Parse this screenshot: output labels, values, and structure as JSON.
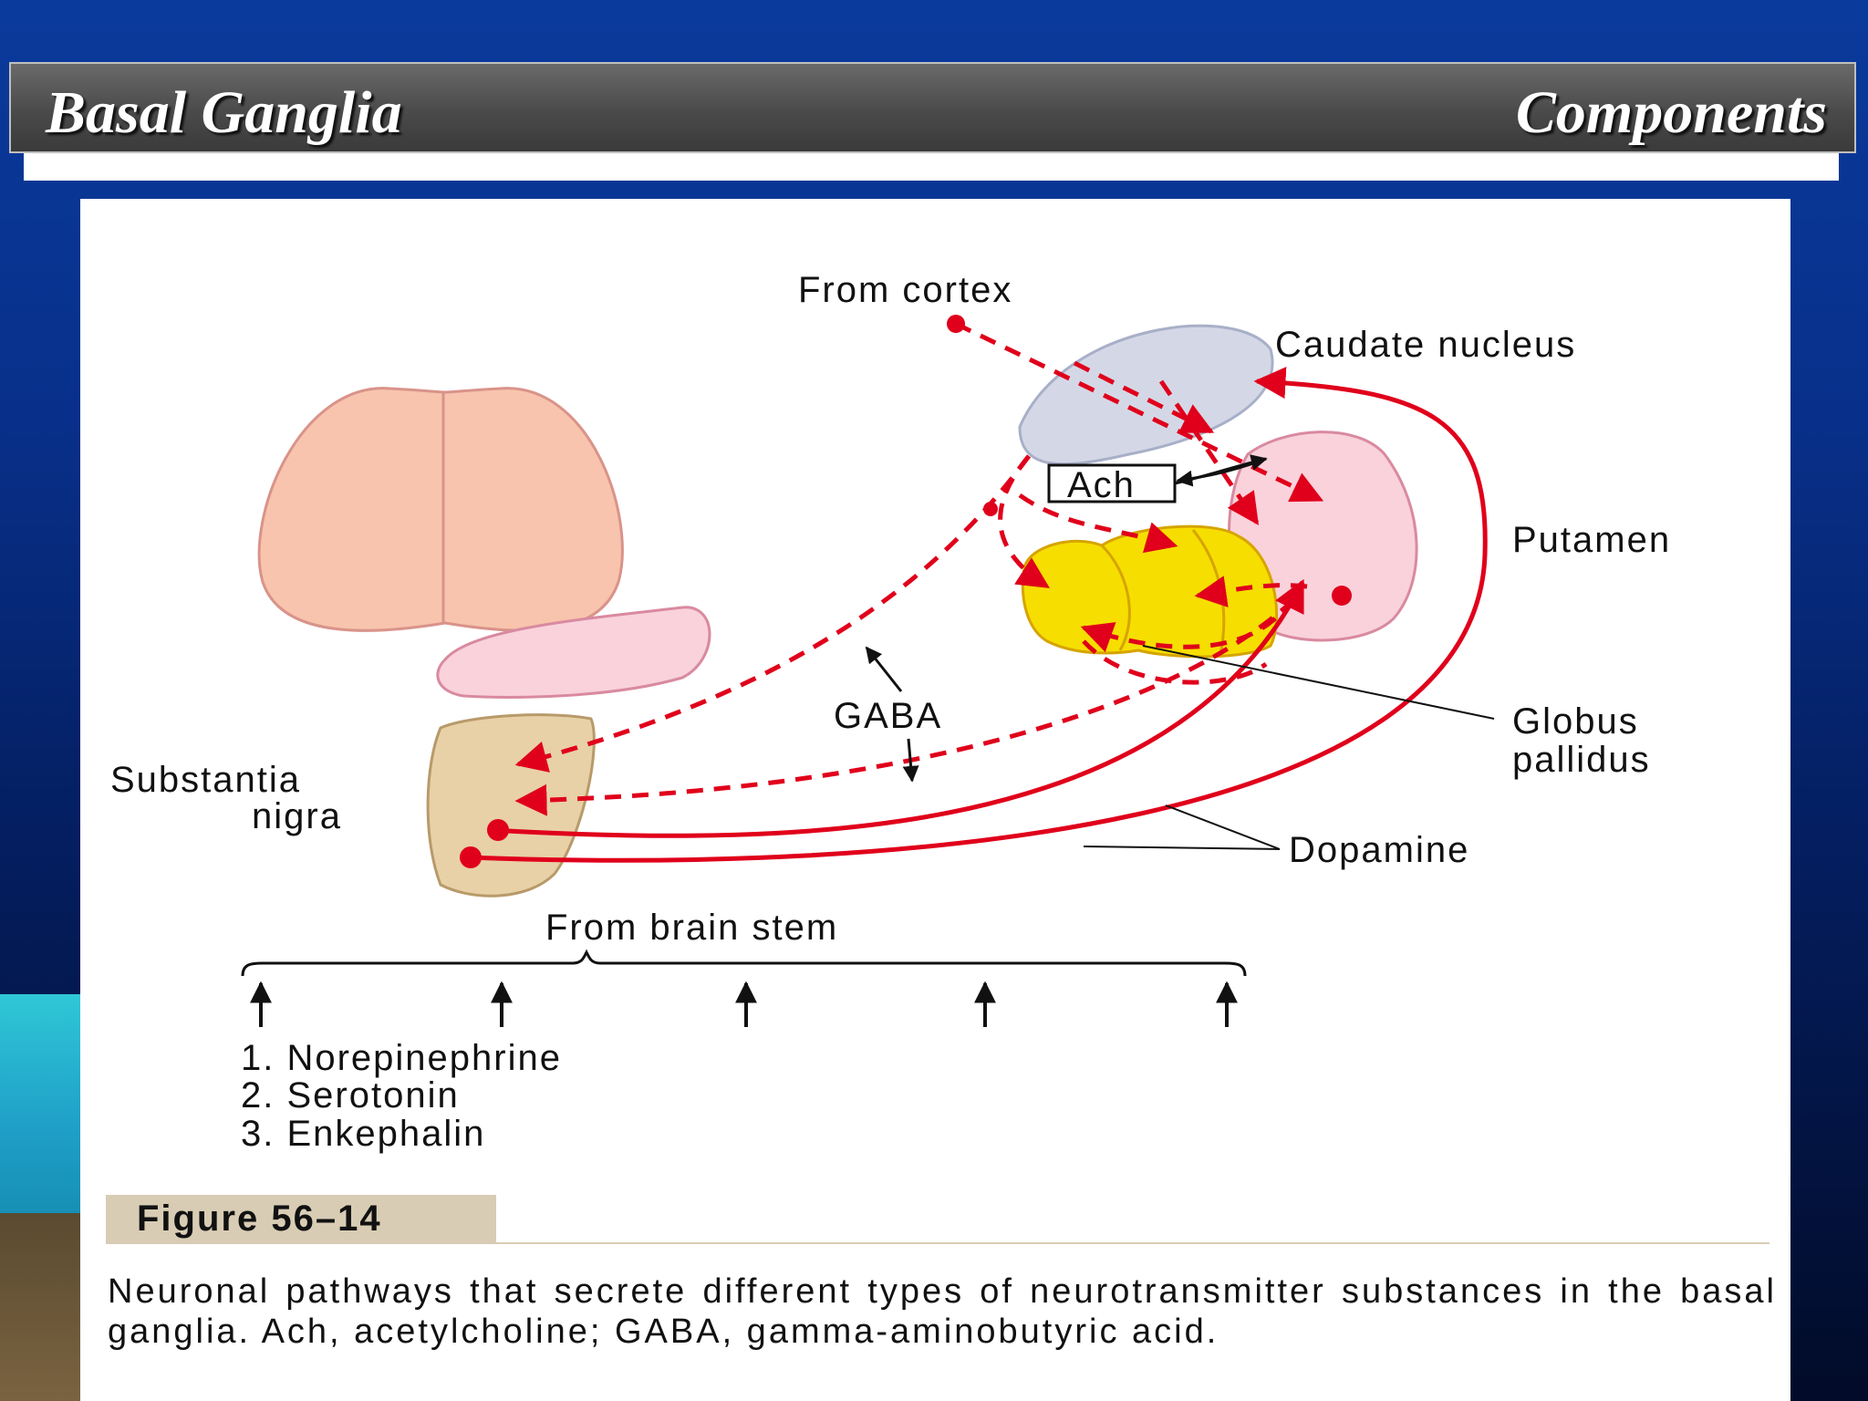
{
  "slide": {
    "title": "Basal Ganglia",
    "subtitle": "Components"
  },
  "figure": {
    "labels": {
      "from_cortex": "From cortex",
      "caudate_nucleus": "Caudate nucleus",
      "putamen": "Putamen",
      "globus": "Globus",
      "pallidus": "pallidus",
      "dopamine": "Dopamine",
      "substantia": "Substantia",
      "nigra": "nigra",
      "gaba": "GABA",
      "ach": "Ach",
      "from_brain_stem": "From brain stem"
    },
    "brainstem_list": [
      "1. Norepinephrine",
      "2. Serotonin",
      "3. Enkephalin"
    ],
    "figure_label": "Figure 56–14",
    "caption": "Neuronal pathways that secrete different types of neurotransmitter substances in the basal ganglia. Ach, acetylcholine; GABA, gamma-aminobutyric acid."
  },
  "colors": {
    "pathway_red": "#e0001b",
    "thalamus": "#f8c4ad",
    "caudate": "#d4d8e6",
    "putamen": "#f9d2dc",
    "globus_pallidus": "#f6de00",
    "substantia_nigra": "#e8d1a6"
  }
}
